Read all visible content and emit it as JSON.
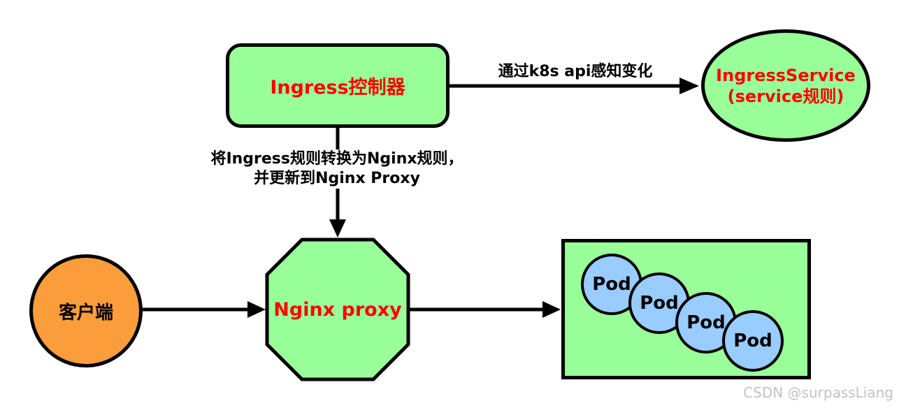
{
  "diagram": {
    "controller_label": "Ingress控制器",
    "service_line1": "IngressService",
    "service_line2": "(service规则)",
    "api_arrow_label": "通过k8s api感知变化",
    "convert_line1": "将Ingress规则转换为Nginx规则，",
    "convert_line2": "并更新到Nginx Proxy",
    "proxy_label": "Nginx proxy",
    "client_label": "客户端",
    "pods": [
      {
        "label": "Pod"
      },
      {
        "label": "Pod"
      },
      {
        "label": "Pod"
      },
      {
        "label": "Pod"
      }
    ],
    "watermark": "CSDN @surpassLiang",
    "colors": {
      "node_green": "#99FF99",
      "client_orange": "#FA9D3A",
      "pod_blue": "#99CCFF",
      "text_red": "#FF0000",
      "line_black": "#000000",
      "watermark_gray": "#C2C2C2"
    }
  }
}
